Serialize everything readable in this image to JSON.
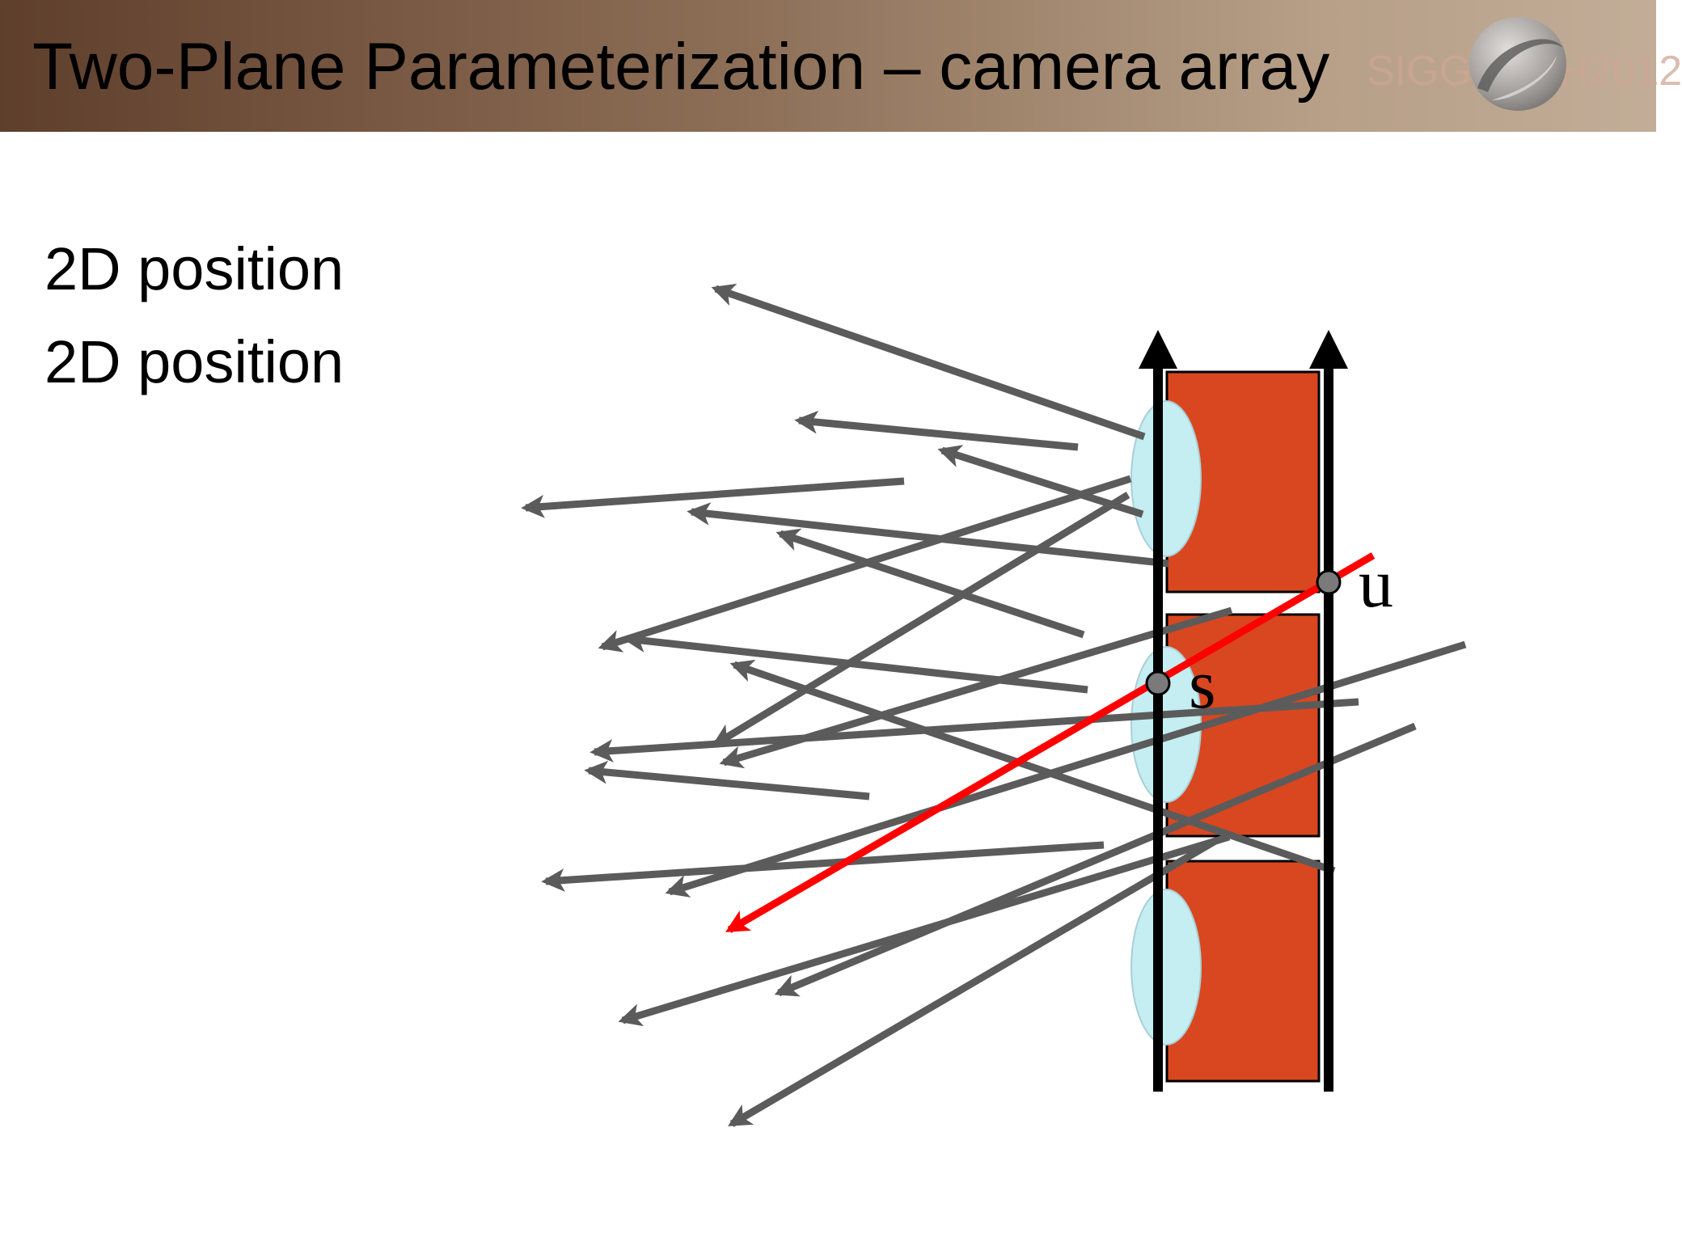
{
  "slide": {
    "title": "Two-Plane Parameterization – camera array",
    "logo_text": "SIGGRAPH2012",
    "body_lines": [
      "2D position",
      "2D position"
    ]
  },
  "diagram": {
    "labels": {
      "s": "s",
      "u": "u"
    },
    "colors": {
      "ray": "#5b5b5b",
      "highlight_ray": "#ff0000",
      "camera_body": "#d84720",
      "lens": "#c5eef2",
      "plane_axis": "#000000",
      "intersection_point": "#7a7a7a"
    }
  }
}
